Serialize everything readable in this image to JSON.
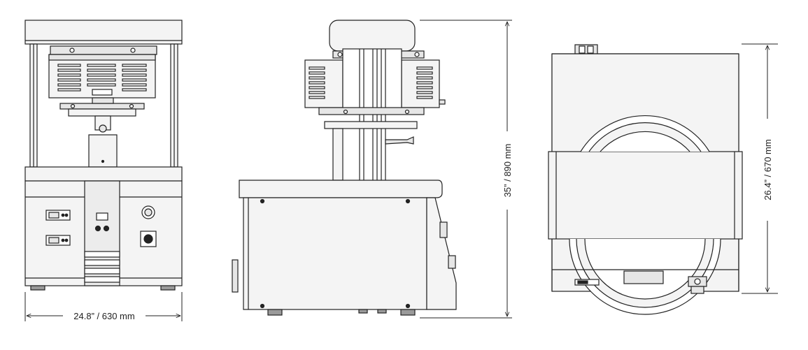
{
  "dimensions": {
    "width_label": "24.8” / 630 mm",
    "height_label": "35” / 890 mm",
    "depth_label": "26.4” / 670 mm"
  },
  "views": [
    "front-view",
    "side-view",
    "top-view"
  ],
  "colors": {
    "line": "#222222",
    "fill_light": "#f4f4f4",
    "fill_mid": "#e6e6e6",
    "fill_dark": "#9a9a9a",
    "background": "#ffffff"
  }
}
